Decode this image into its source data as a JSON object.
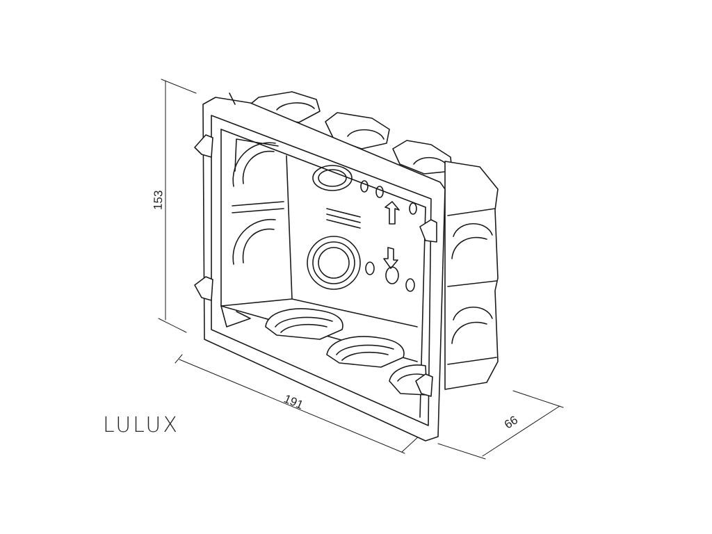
{
  "brand": "LULUX",
  "dimensions": {
    "height": "153",
    "width": "191",
    "depth": "66"
  }
}
